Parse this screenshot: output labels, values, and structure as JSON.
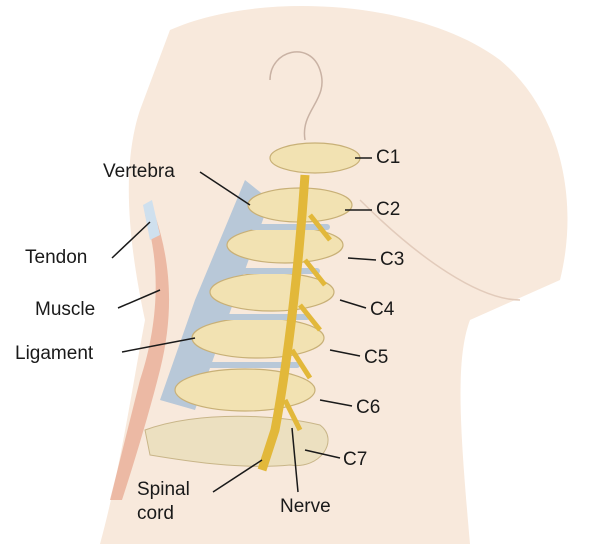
{
  "labels": {
    "vertebra": "Vertebra",
    "tendon": "Tendon",
    "muscle": "Muscle",
    "ligament": "Ligament",
    "spinal_cord_line1": "Spinal",
    "spinal_cord_line2": "cord",
    "nerve": "Nerve",
    "c1": "C1",
    "c2": "C2",
    "c3": "C3",
    "c4": "C4",
    "c5": "C5",
    "c6": "C6",
    "c7": "C7"
  },
  "colors": {
    "skin": "#f8e9dc",
    "bone": "#f2e2b2",
    "disc": "#b8c8d8",
    "nerve": "#e2b83a",
    "muscle": "#e9ad96"
  }
}
